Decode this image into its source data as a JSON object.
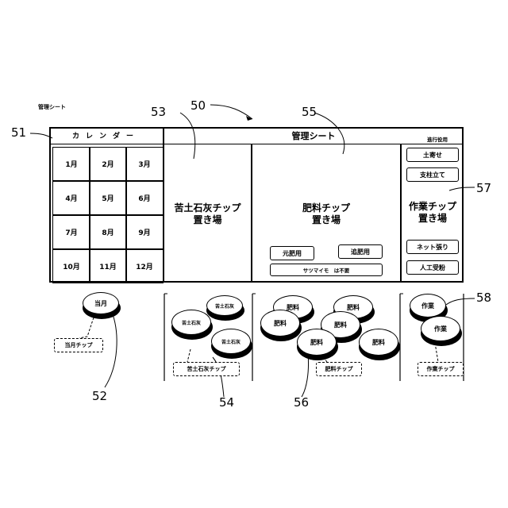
{
  "small_title": "管理シート",
  "sheet": {
    "calendar_title": "カレンダー",
    "title": "管理シート",
    "header_right": "進行役用",
    "months": [
      "1月",
      "2月",
      "3月",
      "4月",
      "5月",
      "6月",
      "7月",
      "8月",
      "9月",
      "10月",
      "11月",
      "12月"
    ],
    "lime_area": "苦土石灰チップ\n置き場",
    "fert_area": "肥料チップ\n置き場",
    "fert_buttons": [
      "元肥用",
      "追肥用"
    ],
    "fert_note": "サツマイモ　は不要",
    "work_area": "作業チップ\n置き場",
    "work_top": [
      "土寄せ",
      "支柱立て"
    ],
    "work_bottom": [
      "ネット張り",
      "人工受粉"
    ]
  },
  "chips": {
    "month_chip": "当月",
    "month_label": "当月チップ",
    "lime_chip": "苦土石灰",
    "lime_label": "苦土石灰チップ",
    "fert_chip": "肥料",
    "fert_label": "肥料チップ",
    "work_chip": "作業",
    "work_label": "作業チップ"
  },
  "refs": {
    "r50": "50",
    "r51": "51",
    "r52": "52",
    "r53": "53",
    "r54": "54",
    "r55": "55",
    "r56": "56",
    "r57": "57",
    "r58": "58"
  }
}
